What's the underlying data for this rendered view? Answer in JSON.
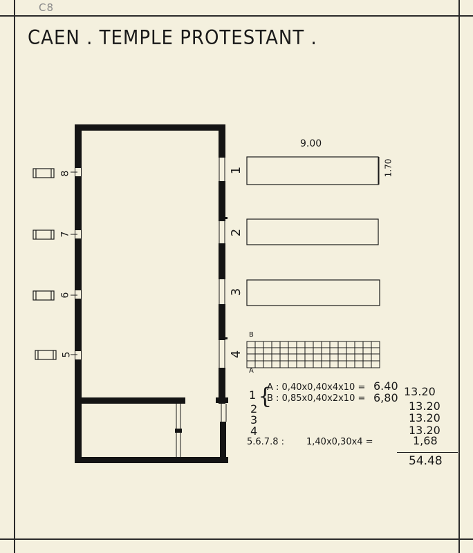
{
  "sheet": {
    "corner_code": "C8",
    "title": "CAEN . TEMPLE PROTESTANT ."
  },
  "plan": {
    "window_numbers": [
      "8",
      "7",
      "6",
      "5"
    ]
  },
  "windows_detail": {
    "width_label": "9.00",
    "height_label": "1.70",
    "rows": [
      "1",
      "2",
      "3",
      "4"
    ],
    "row4_sub_labels": [
      "B",
      "A"
    ]
  },
  "calculation": {
    "row1_label": "1",
    "row1_a": "A : 0,40x0,40x4x10 =",
    "row1_a_value": "6.40",
    "row1_b": "B : 0,85x0,40x2x10 =",
    "row1_b_value": "6,80",
    "row1_sum": "13.20",
    "row2_label": "2",
    "row2_value": "13.20",
    "row3_label": "3",
    "row3_value": "13.20",
    "row4_label": "4",
    "row4_value": "13.20",
    "row5678_label": "5.6.7.8 :",
    "row5678_formula": "1,40x0,30x4 =",
    "row5678_value": "1,68",
    "total": "54.48"
  }
}
